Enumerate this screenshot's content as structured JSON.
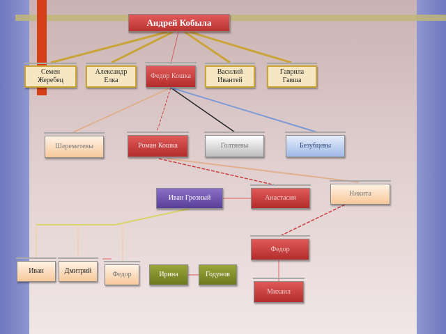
{
  "diagram": {
    "root": "Андрей Кобыла",
    "sons": [
      "Семен\nЖеребец",
      "Александр\nЕлка",
      "Федор Кошка",
      "Василий\nИвантей",
      "Гаврила\nГавша"
    ],
    "branches": [
      "Шереметевы",
      "Роман Кошка",
      "Голтяевы",
      "Безубцевы"
    ],
    "anastasia_row": {
      "ivan": "Иван Грозный",
      "anastasia": "Анастасия",
      "nikita": "Никита"
    },
    "children": [
      "Иван",
      "Дмитрий",
      "Федор"
    ],
    "godunov_row": {
      "irina": "Ирина",
      "godunov": "Годунов"
    },
    "fedor": "Федор",
    "mikhail": "Михаил"
  }
}
